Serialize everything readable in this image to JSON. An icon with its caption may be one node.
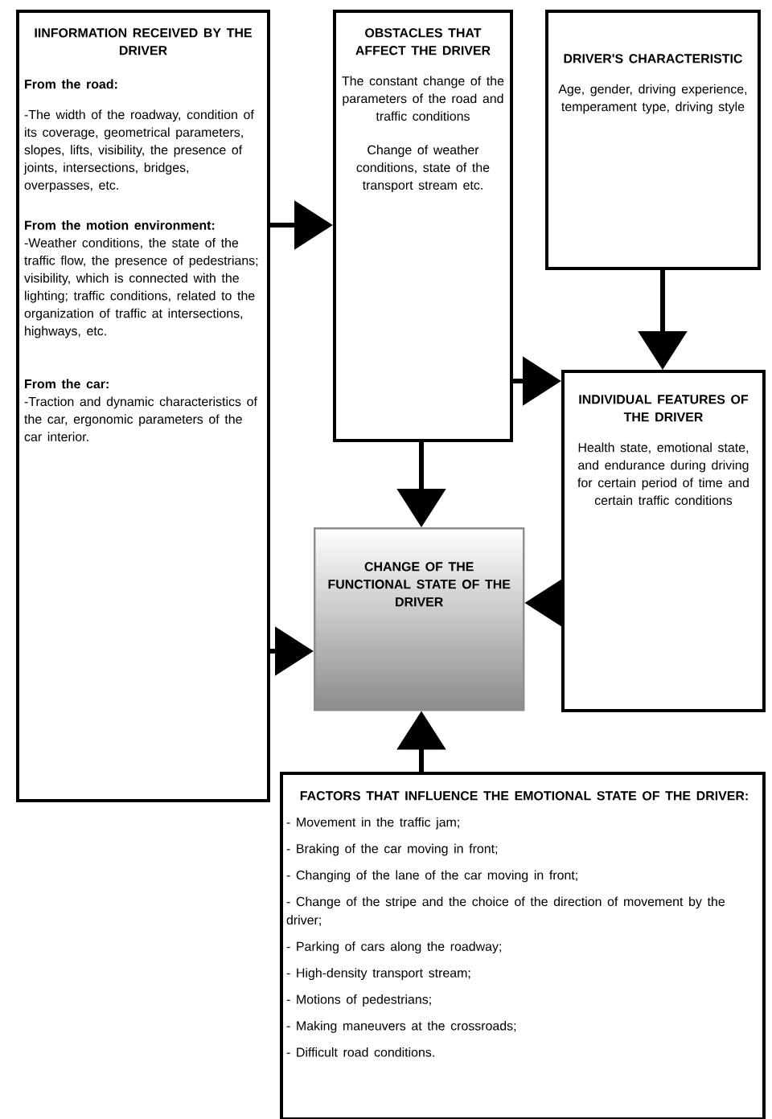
{
  "diagram": {
    "nodes": [
      {
        "text": [
          "IINFORMATION RECEIVED BY THE DRIVER",
          "From the road:",
          "-The width of the roadway, condition of its coverage, geometrical parameters, slopes, lifts, visibility, the presence of joints, intersections, bridges, overpasses, etc.",
          "From the motion environment:",
          "-Weather conditions, the state of the traffic flow, the presence of pedestrians; visibility, which is connected with the lighting; traffic conditions, related to the organization of traffic at intersections, highways, etc.",
          "From the car:",
          "-Traction and dynamic characteristics of the car, ergonomic parameters of the car interior."
        ]
      },
      {
        "text": [
          "OBSTACLES THAT AFFECT THE DRIVER",
          "The constant change of the parameters of the road and traffic conditions",
          "Change of weather conditions, state of the transport stream etc."
        ]
      },
      {
        "text": [
          "DRIVER'S CHARACTERISTIC",
          "Age, gender, driving experience, temperament type, driving style"
        ]
      },
      {
        "text": [
          "INDIVIDUAL FEATURES OF THE DRIVER",
          "Health state, emotional state, and endurance during driving for certain period of time and certain traffic conditions"
        ]
      },
      {
        "text": [
          "CHANGE OF THE FUNCTIONAL STATE OF THE DRIVER"
        ]
      },
      {
        "text": [
          "FACTORS THAT INFLUENCE THE EMOTIONAL STATE OF THE DRIVER:",
          "- Movement in the traffic jam;",
          "- Braking of the car moving in front;",
          "- Changing of the lane of the car moving in front;",
          "- Change of the stripe and the choice of the direction of movement by the driver;",
          "- Parking of cars along the roadway;",
          "- High-density transport stream;",
          "- Motions of pedestrians;",
          "- Making maneuvers at the crossroads;",
          "- Difficult road conditions."
        ]
      }
    ],
    "edges": [
      {
        "from": 0,
        "to": 1,
        "arrow": "to"
      },
      {
        "from": 0,
        "to": 4,
        "arrow": "to"
      },
      {
        "from": 1,
        "to": 3,
        "arrow": "to"
      },
      {
        "from": 2,
        "to": 3,
        "arrow": "to"
      },
      {
        "from": 1,
        "to": 4,
        "arrow": "to"
      },
      {
        "from": 3,
        "to": 4,
        "arrow": "to"
      },
      {
        "from": 5,
        "to": 4,
        "arrow": "to"
      }
    ]
  }
}
